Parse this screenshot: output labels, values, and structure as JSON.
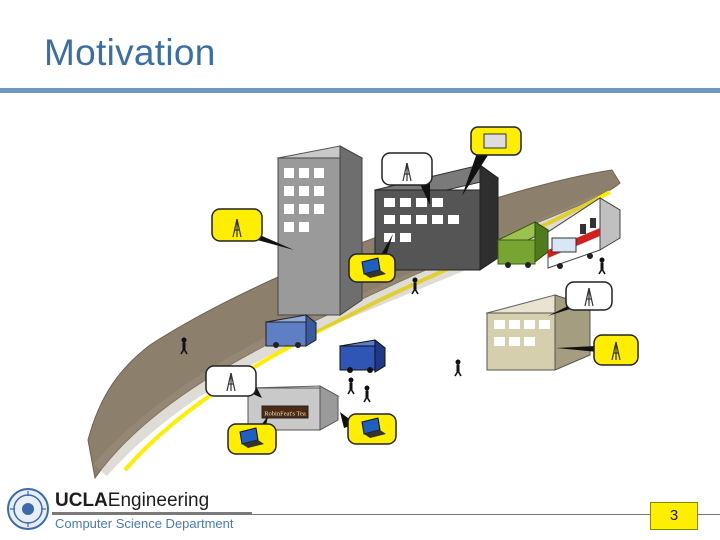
{
  "slide": {
    "title": "Motivation",
    "page_number": "3"
  },
  "footer": {
    "logo_ucla": "UCLA",
    "logo_engineering": "Engineering",
    "department": "Computer Science Department"
  },
  "scene": {
    "shop_sign": "RobinFeat's Tea"
  },
  "colors": {
    "title": "#3a6ea5",
    "rule": "#6f97c4",
    "bubble": "#ffee00",
    "road": "#8c7f6b",
    "road_line": "#ffee00"
  }
}
